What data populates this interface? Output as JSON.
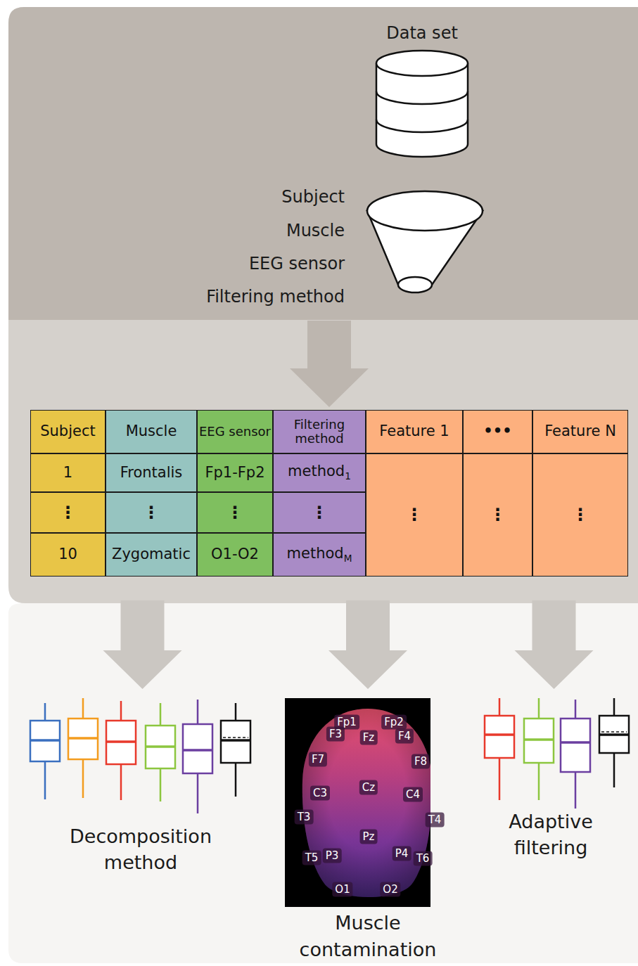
{
  "diagram": {
    "nodes": [
      {
        "text": [
          "Data set",
          "Subject",
          "Muscle",
          "EEG sensor",
          "Filtering method"
        ]
      },
      {
        "text": [
          "Subject",
          "Muscle",
          "EEG sensor",
          "Filtering method",
          "Feature 1",
          "•••",
          "Feature N",
          "1",
          "Frontalis",
          "Fp1-Fp2",
          "method1",
          "⋮",
          "⋮",
          "⋮",
          "⋮",
          "⋮",
          "⋮",
          "⋮",
          "10",
          "Zygomatic",
          "O1-O2",
          "methodM"
        ]
      },
      {
        "text": [
          "Decomposition method"
        ]
      },
      {
        "text": [
          "Muscle contamination"
        ]
      },
      {
        "text": [
          "Adaptive filtering"
        ]
      }
    ],
    "edges": [
      {
        "from": 0,
        "to": 1,
        "arrow": "to"
      },
      {
        "from": 1,
        "to": 2,
        "arrow": "to"
      },
      {
        "from": 1,
        "to": 3,
        "arrow": "to"
      },
      {
        "from": 1,
        "to": 4,
        "arrow": "to"
      }
    ],
    "labels": [
      "Fp1",
      "Fp2",
      "F3",
      "Fz",
      "F4",
      "F7",
      "F8",
      "Cz",
      "C3",
      "C4",
      "T3",
      "T4",
      "Pz",
      "T5",
      "P3",
      "P4",
      "T6",
      "O1",
      "O2"
    ]
  }
}
